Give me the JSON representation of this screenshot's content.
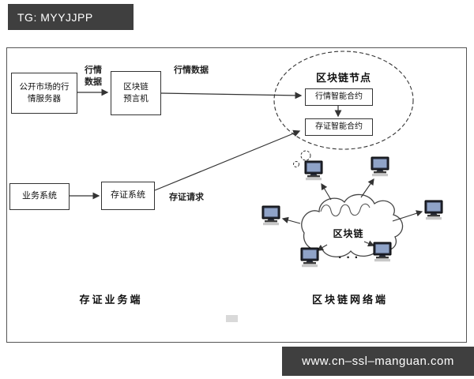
{
  "badges": {
    "top": "TG: MYYJJPP",
    "bottom": "www.cn–ssl–manguan.com"
  },
  "diagram": {
    "boxes": {
      "market_server": "公开市场的行\n情服务器",
      "oracle": "区块链\n预言机",
      "quote_contract": "行情智能合约",
      "attest_contract": "存证智能合约",
      "business_system": "业务系统",
      "attest_system": "存证系统"
    },
    "node_title": "区块链节点",
    "cloud_label": "区块链",
    "edge_labels": {
      "quote_data_vertical": "行情\n数据",
      "quote_data_horizontal": "行情数据",
      "attest_request": "存证请求"
    },
    "section_labels": {
      "left": "存证业务端",
      "right": "区块链网络端"
    },
    "dots": "···"
  }
}
